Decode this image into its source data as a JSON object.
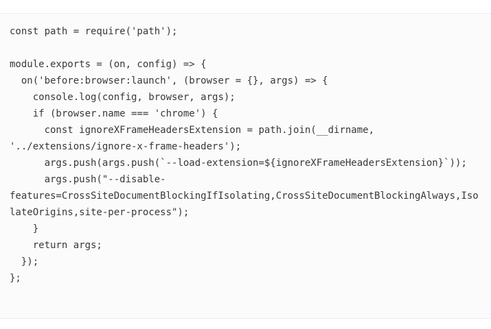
{
  "document": {
    "type": "code-snippet",
    "language": "javascript",
    "background_color": "#fbfbfb",
    "text_color": "#35393d",
    "border_color": "#ebecee",
    "page_background": "#ffffff"
  },
  "code": {
    "content": "const path = require('path');\n\nmodule.exports = (on, config) => {\n  on('before:browser:launch', (browser = {}, args) => {\n    console.log(config, browser, args);\n    if (browser.name === 'chrome') {\n      const ignoreXFrameHeadersExtension = path.join(__dirname, '../extensions/ignore-x-frame-headers');\n      args.push(args.push(`--load-extension=${ignoreXFrameHeadersExtension}`));\n      args.push(\"--disable-features=CrossSiteDocumentBlockingIfIsolating,CrossSiteDocumentBlockingAlways,IsolateOrigins,site-per-process\");\n    }\n    return args;\n  });\n};",
    "lines": [
      "const path = require('path');",
      "",
      "module.exports = (on, config) => {",
      "  on('before:browser:launch', (browser = {}, args) => {",
      "    console.log(config, browser, args);",
      "    if (browser.name === 'chrome') {",
      "      const ignoreXFrameHeadersExtension = path.join(__dirname, '../extensions/ignore-x-frame-headers');",
      "      args.push(args.push(`--load-extension=${ignoreXFrameHeadersExtension}`));",
      "      args.push(\"--disable-features=CrossSiteDocumentBlockingIfIsolating,CrossSiteDocumentBlockingAlways,IsolateOrigins,site-per-process\");",
      "    }",
      "    return args;",
      "  });",
      "};"
    ]
  }
}
